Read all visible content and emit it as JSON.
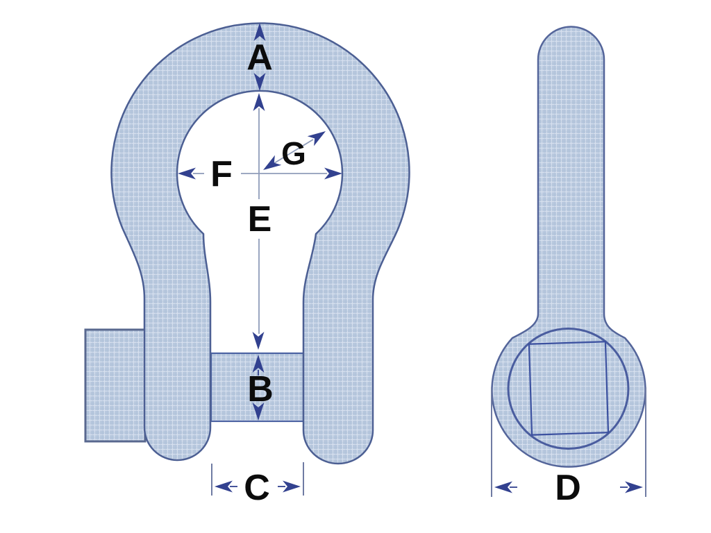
{
  "labels": {
    "A": "A",
    "B": "B",
    "C": "C",
    "D": "D",
    "E": "E",
    "F": "F",
    "G": "G"
  },
  "colors": {
    "background": "#ffffff",
    "body_fill": "#b8c8de",
    "body_outline": "#4c5f93",
    "pin_head_outline": "#59688f",
    "pin_bar_outline": "#4b62a2",
    "side_inner_circle_stroke": "#4a5d9f",
    "side_square_stroke": "#3c51a0",
    "arrow": "#32418f",
    "thin_dim_line": "#8f9cba",
    "tick_line": "#6f7ba3",
    "label_text": "#0c0c0c"
  }
}
